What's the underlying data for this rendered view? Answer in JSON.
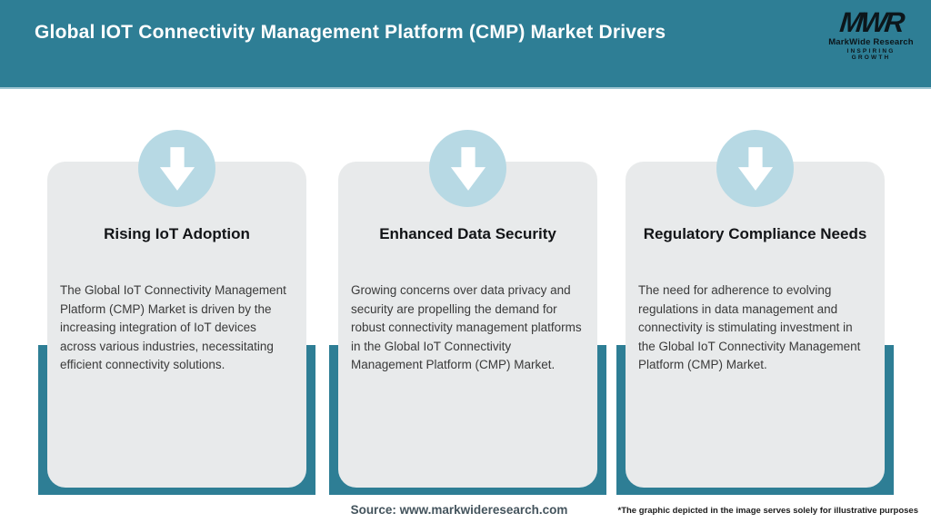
{
  "header": {
    "title": "Global IOT Connectivity Management Platform (CMP) Market Drivers",
    "logo": {
      "monogram": "MWR",
      "name": "MarkWide Research",
      "tagline": "INSPIRING GROWTH"
    }
  },
  "cards": [
    {
      "icon": "down-arrow-icon",
      "title": "Rising IoT Adoption",
      "description": "The Global IoT Connectivity Management Platform (CMP) Market is driven by the increasing integration of IoT devices across various industries, necessitating efficient connectivity solutions."
    },
    {
      "icon": "down-arrow-icon",
      "title": "Enhanced Data Security",
      "description": "Growing concerns over data privacy and security are propelling the demand for robust connectivity management platforms in the Global IoT Connectivity Management Platform (CMP) Market."
    },
    {
      "icon": "down-arrow-icon",
      "title": "Regulatory Compliance Needs",
      "description": "The need for adherence to evolving regulations in data management and connectivity is stimulating investment in the Global IoT Connectivity Management Platform (CMP) Market."
    }
  ],
  "footer": {
    "source": "Source: www.markwideresearch.com",
    "disclaimer": "*The graphic depicted in the image serves solely for illustrative purposes"
  },
  "colors": {
    "header_teal": "#2e7e95",
    "backing_teal": "#2e7e95",
    "card_background": "#e8eaeb",
    "icon_circle_blue": "#b7d9e4",
    "title_text": "#ffffff",
    "heading_text": "#121417",
    "body_text": "#3a3a3a",
    "source_text": "#44545d"
  }
}
